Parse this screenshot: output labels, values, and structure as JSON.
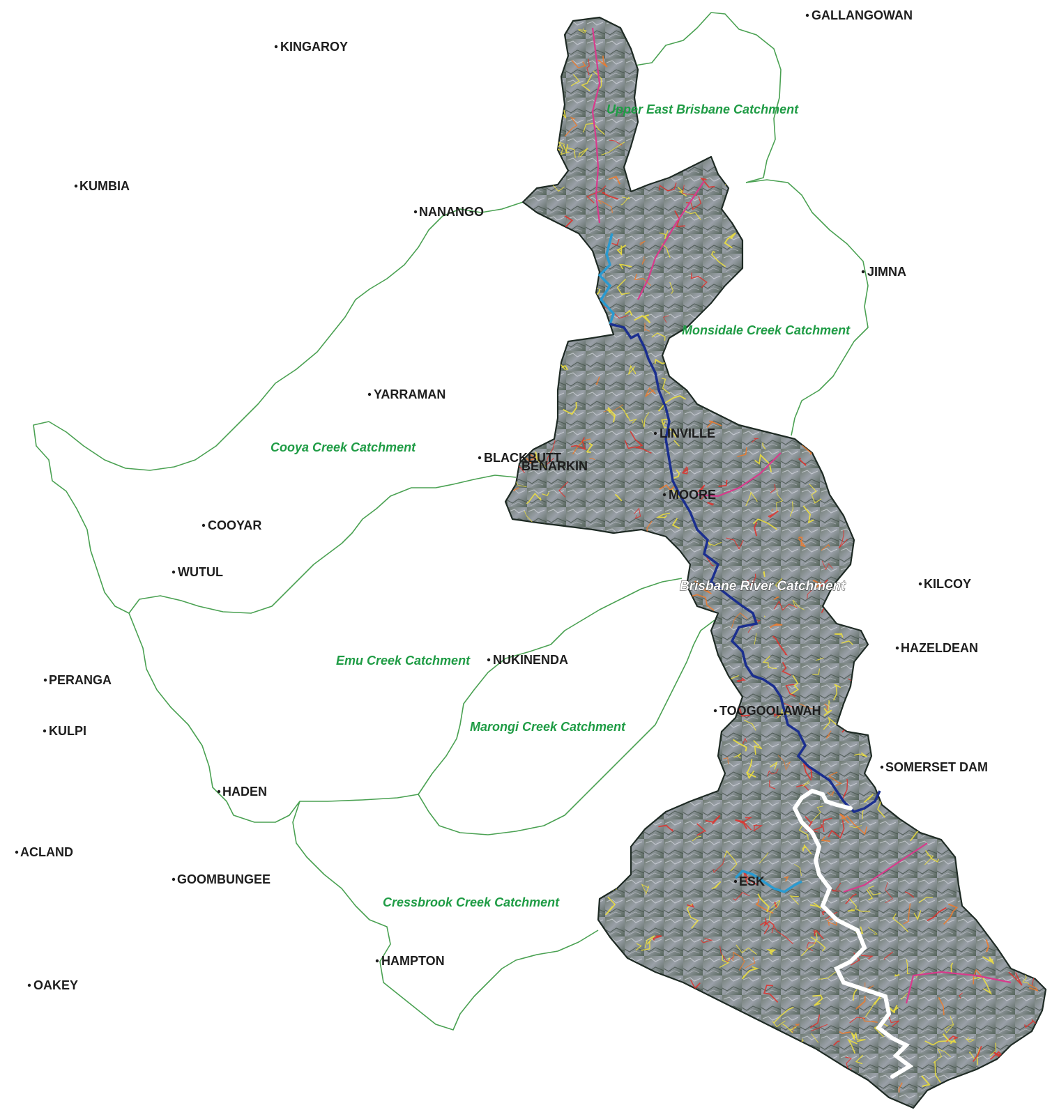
{
  "colors": {
    "terrain_base": "#5d6a63",
    "terrain_light": "#b9bcc2",
    "boundary": "#4aa152",
    "catchment_label": "#1f9c45",
    "stream_yellow": "#f2e33a",
    "stream_orange": "#f07a2a",
    "stream_red": "#e0302a",
    "stream_magenta": "#d93a8c",
    "stream_cyan": "#2a9ad0",
    "river_blue": "#1b2f8f",
    "dam_white": "#ffffff"
  },
  "catchments": [
    {
      "id": "upper-east-brisbane",
      "label": "Upper East Brisbane Catchment"
    },
    {
      "id": "monsidale",
      "label": "Monsidale Creek Catchment"
    },
    {
      "id": "cooya",
      "label": "Cooya Creek Catchment"
    },
    {
      "id": "brisbane-river",
      "label": "Brisbane River Catchment"
    },
    {
      "id": "emu",
      "label": "Emu Creek Catchment"
    },
    {
      "id": "marongi",
      "label": "Marongi Creek Catchment"
    },
    {
      "id": "cressbrook",
      "label": "Cressbrook Creek Catchment"
    }
  ],
  "towns": [
    {
      "id": "gallangowan",
      "name": "GALLANGOWAN"
    },
    {
      "id": "kingaroy",
      "name": "KINGAROY"
    },
    {
      "id": "kumbia",
      "name": "KUMBIA"
    },
    {
      "id": "nanango",
      "name": "NANANGO"
    },
    {
      "id": "jimna",
      "name": "JIMNA"
    },
    {
      "id": "yarraman",
      "name": "YARRAMAN"
    },
    {
      "id": "linville",
      "name": "LINVILLE"
    },
    {
      "id": "blackbutt",
      "name": "BLACKBUTT"
    },
    {
      "id": "benarkin",
      "name": "BENARKIN"
    },
    {
      "id": "moore",
      "name": "MOORE"
    },
    {
      "id": "cooyar",
      "name": "COOYAR"
    },
    {
      "id": "wutul",
      "name": "WUTUL"
    },
    {
      "id": "kilcoy",
      "name": "KILCOY"
    },
    {
      "id": "hazeldean",
      "name": "HAZELDEAN"
    },
    {
      "id": "nukinenda",
      "name": "NUKINENDA"
    },
    {
      "id": "peranga",
      "name": "PERANGA"
    },
    {
      "id": "toogoolawah",
      "name": "TOOGOOLAWAH"
    },
    {
      "id": "kulpi",
      "name": "KULPI"
    },
    {
      "id": "somerset-dam",
      "name": "SOMERSET DAM"
    },
    {
      "id": "haden",
      "name": "HADEN"
    },
    {
      "id": "acland",
      "name": "ACLAND"
    },
    {
      "id": "goombungee",
      "name": "GOOMBUNGEE"
    },
    {
      "id": "esk",
      "name": "ESK"
    },
    {
      "id": "hampton",
      "name": "HAMPTON"
    },
    {
      "id": "oakey",
      "name": "OAKEY"
    }
  ]
}
